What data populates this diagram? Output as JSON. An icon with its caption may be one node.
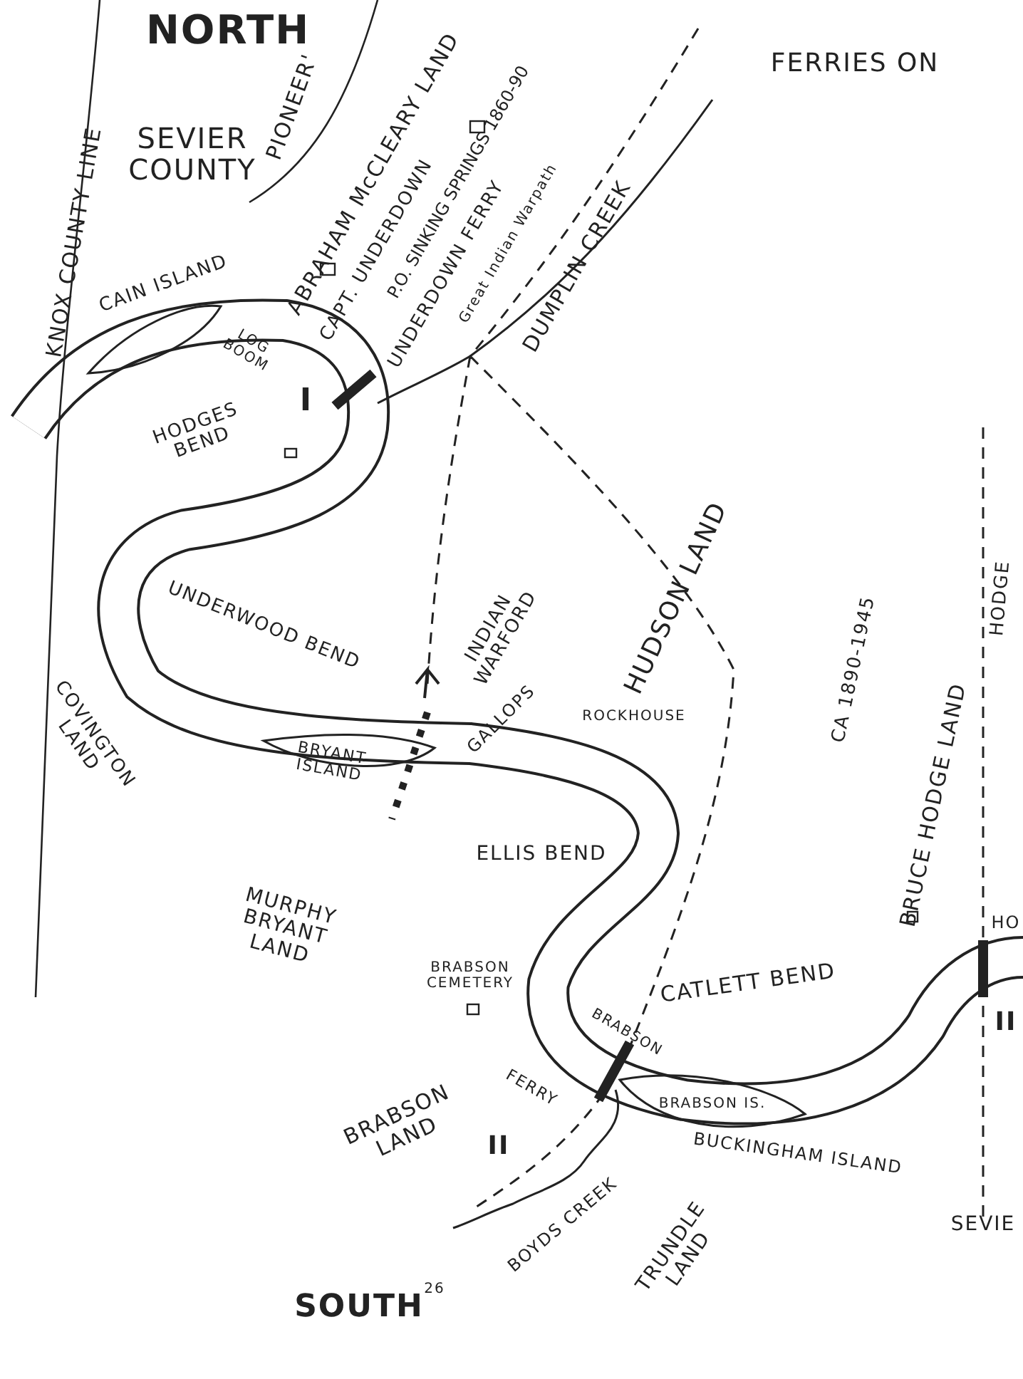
{
  "diagram": {
    "labels": [
      "FERRIES ON",
      "NORTH",
      "SEVIER COUNTY",
      "KNOX COUNTY LINE",
      "PIONEER'",
      "ABRAHAM McCLEARY LAND",
      "CAPT. UNDERDOWN",
      "P.O. SINKING SPRINGS 1860-90",
      "Great Indian Warpath",
      "UNDERDOWN FERRY",
      "DUMPLIN CREEK",
      "CAIN ISLAND",
      "LOG BOOM",
      "HODGES BEND",
      "I",
      "UNDERWOOD BEND",
      "INDIAN WARFORD",
      "GALLOPS",
      "HUDSON LAND",
      "COVINGTON LAND",
      "BRYANT ISLAND",
      "ROCKHOUSE",
      "ELLIS BEND",
      "MURPHY BRYANT LAND",
      "CA 1890-1945",
      "BRUCE HODGE LAND",
      "HODGE",
      "HO",
      "II",
      "BRABSON CEMETERY",
      "CATLETT BEND",
      "BRABSON",
      "FERRY",
      "BRABSON IS.",
      "BRABSON LAND",
      "II",
      "BUCKINGHAM ISLAND",
      "BOYDS CREEK",
      "TRUNDLE LAND",
      "SEVIE",
      "SOUTH",
      "26"
    ]
  }
}
